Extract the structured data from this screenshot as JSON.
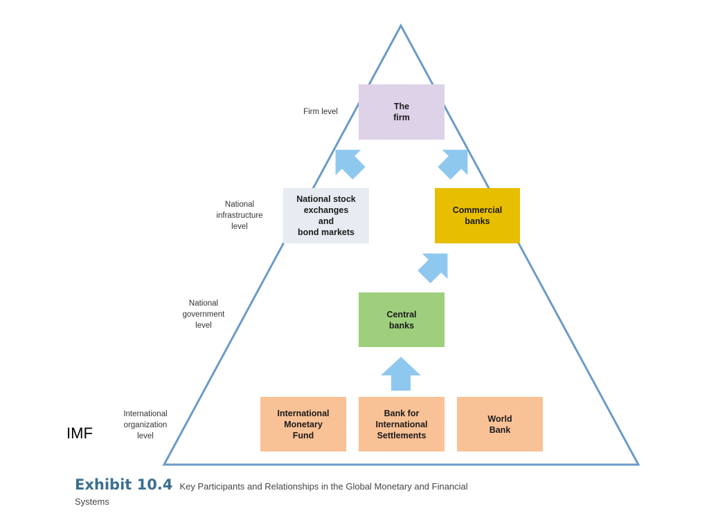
{
  "colors": {
    "triangle_stroke": "#6a9bc7",
    "arrow_fill": "#8fc8ee",
    "firm_box": "#ddd2e8",
    "markets_box": "#e6ecf2",
    "commercial_box": "#e7be00",
    "central_box": "#9dcf7c",
    "international_box": "#f9c196",
    "caption_exhibit": "#3a6f8f"
  },
  "levels": {
    "firm": "Firm level",
    "infrastructure": "National\ninfrastructure\nlevel",
    "government": "National\ngovernment\nlevel",
    "international": "International\norganization\nlevel"
  },
  "boxes": {
    "firm": "The\nfirm",
    "markets": "National stock\nexchanges\nand\nbond markets",
    "commercial": "Commercial\nbanks",
    "central": "Central\nbanks",
    "imf": "International\nMonetary\nFund",
    "bis": "Bank for\nInternational\nSettlements",
    "world_bank": "World\nBank"
  },
  "annotation": "IMF",
  "caption": {
    "exhibit": "Exhibit 10.4",
    "text": "Key Participants and Relationships in the Global Monetary and Financial Systems"
  }
}
